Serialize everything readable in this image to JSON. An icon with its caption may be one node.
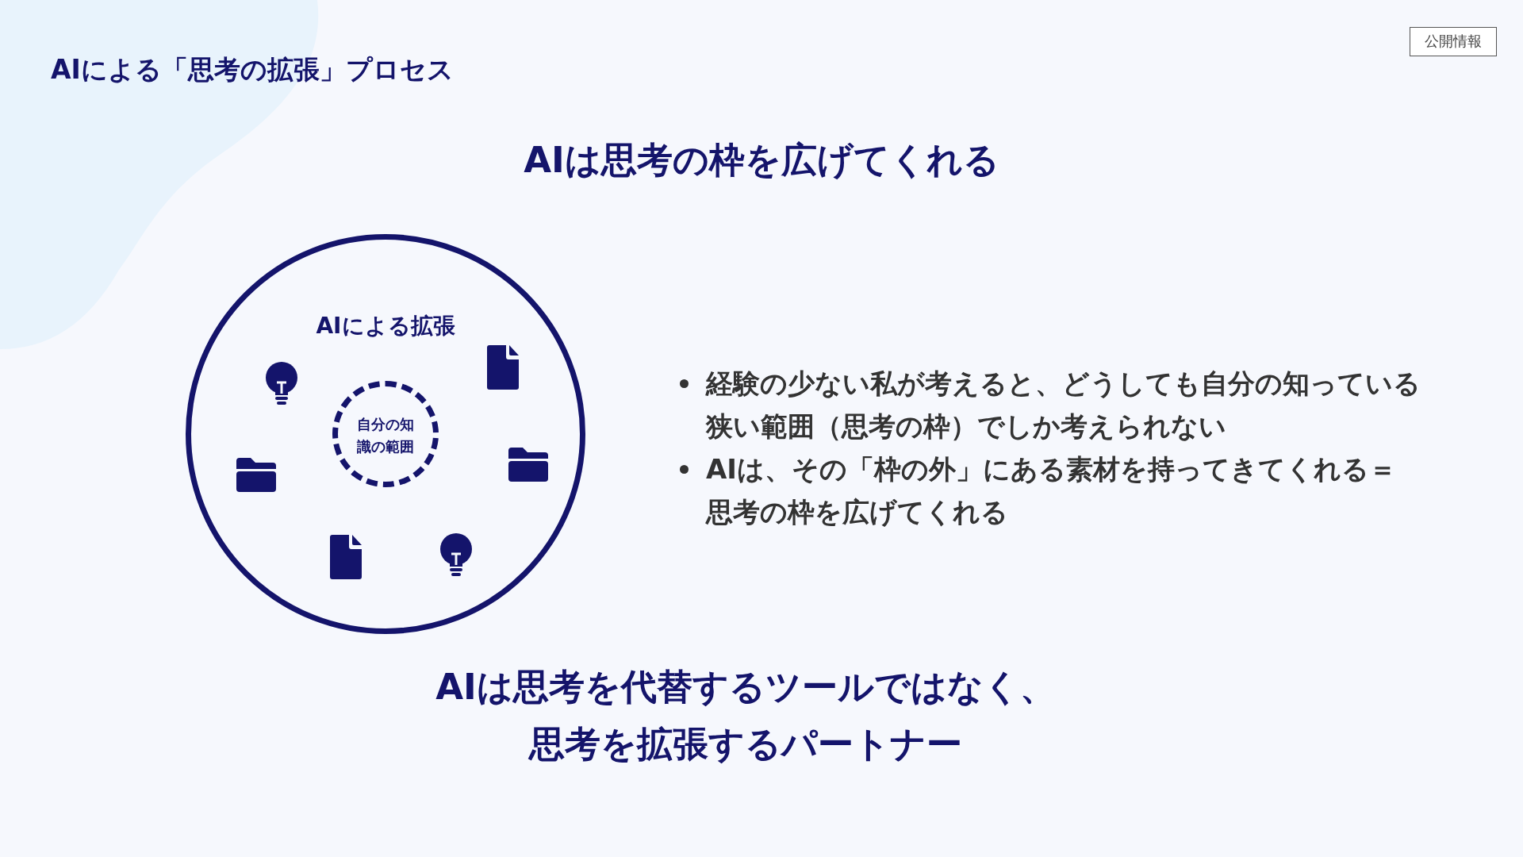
{
  "diagram": {
    "title": "AIによる「思考の拡張」プロセス",
    "nodes": [
      {
        "text": [
          "AIによる拡張"
        ]
      },
      {
        "text": [
          "自分の知識の範囲"
        ],
        "in": 0
      }
    ],
    "labels": [
      "公開情報",
      "AIは思考の枠を広げてくれる",
      "経験の少ない私が考えると、どうしても自分の知っている狭い範囲（思考の枠）でしか考えられない",
      "AIは、その「枠の外」にある素材を持ってきてくれる＝思考の枠を広げてくれる",
      "AIは思考を代替するツールではなく、思考を拡張するパートナー"
    ]
  }
}
